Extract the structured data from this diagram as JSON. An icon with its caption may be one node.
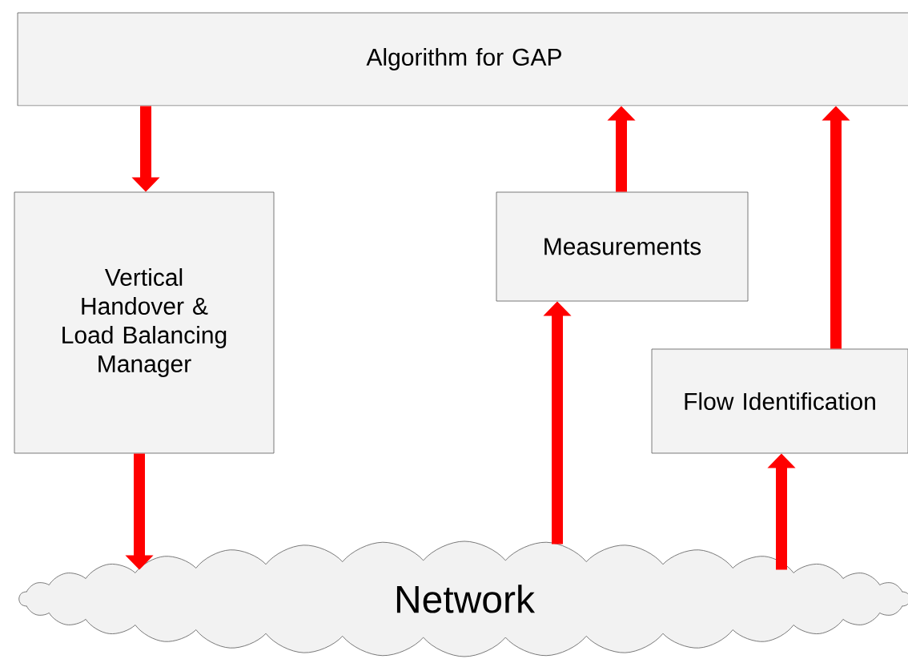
{
  "diagram": {
    "nodes": [
      {
        "text": [
          "Algorithm for GAP"
        ]
      },
      {
        "text": [
          "Vertical Handover & Load Balancing Manager"
        ]
      },
      {
        "text": [
          "Measurements"
        ]
      },
      {
        "text": [
          "Flow Identification"
        ]
      },
      {
        "text": [
          "Network"
        ]
      }
    ],
    "edges": [
      {
        "from": 0,
        "to": 1,
        "arrow": "to"
      },
      {
        "from": 1,
        "to": 4,
        "arrow": "to"
      },
      {
        "from": 2,
        "to": 0,
        "arrow": "to"
      },
      {
        "from": 4,
        "to": 2,
        "arrow": "to"
      },
      {
        "from": 3,
        "to": 0,
        "arrow": "to"
      },
      {
        "from": 4,
        "to": 3,
        "arrow": "to"
      }
    ]
  }
}
